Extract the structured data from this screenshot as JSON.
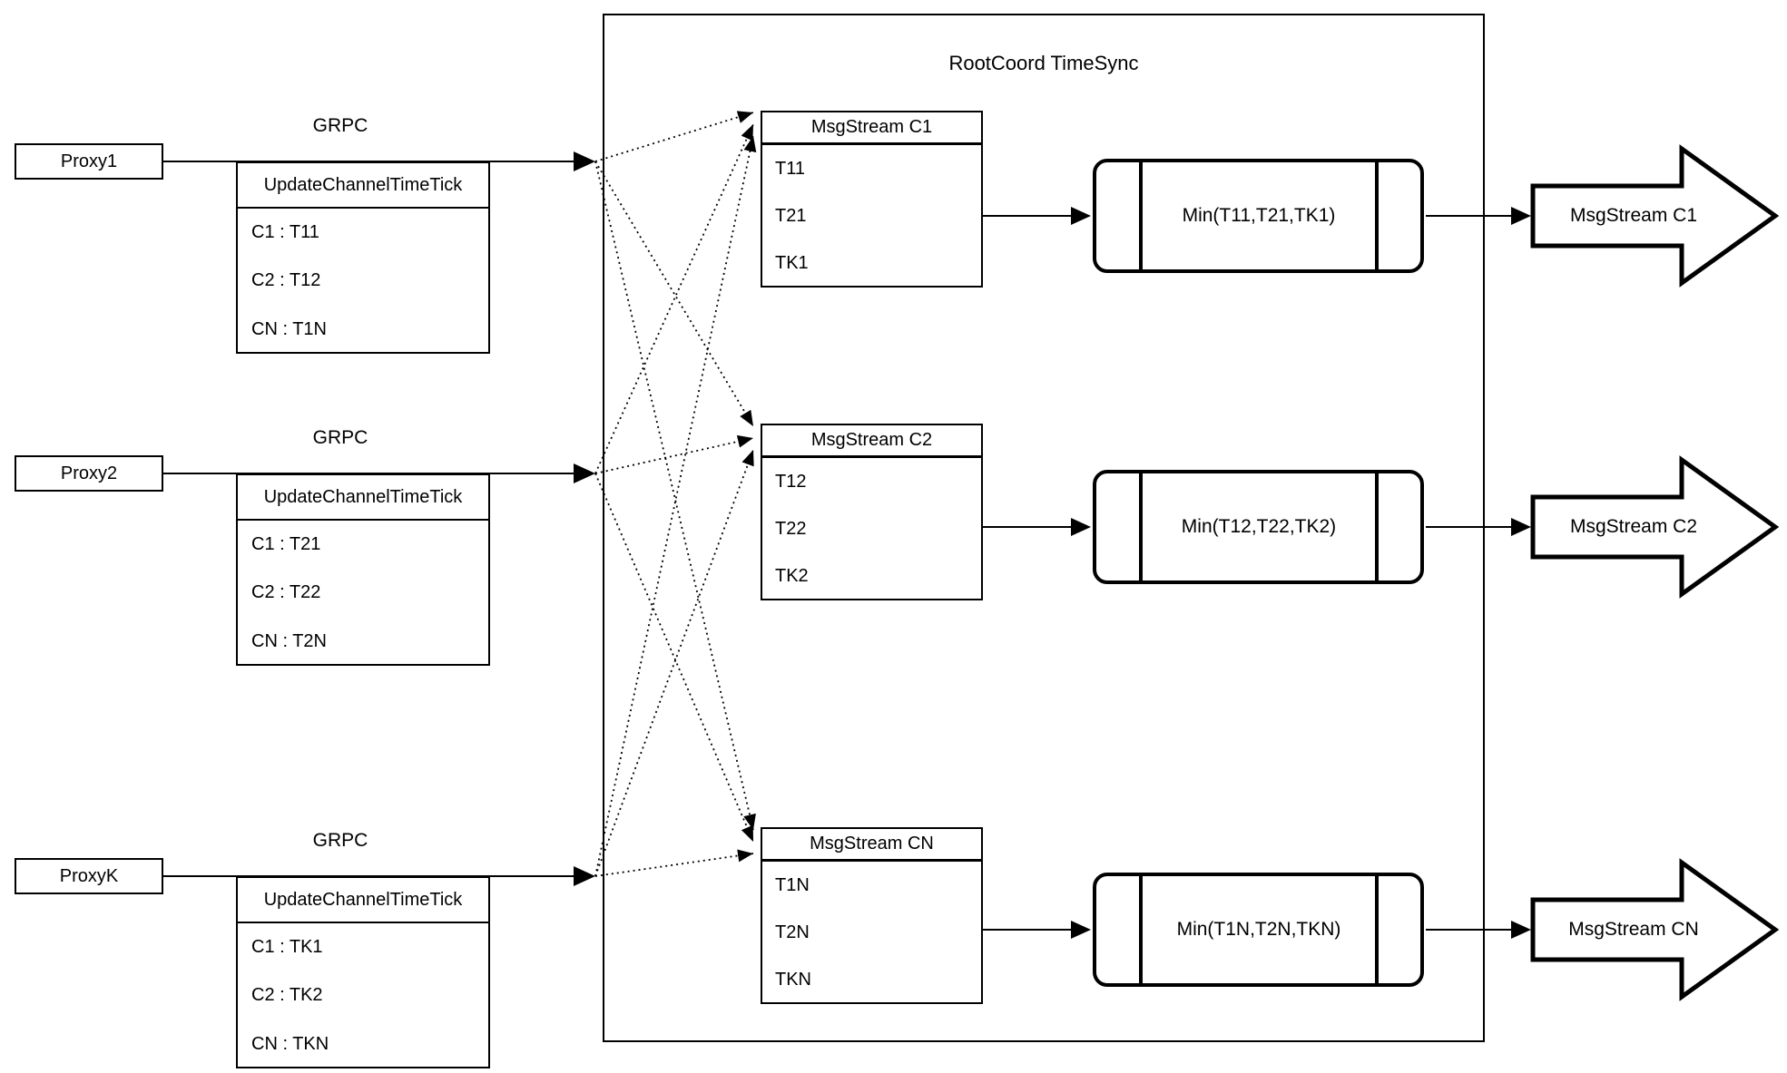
{
  "diagram": {
    "title": "RootCoord TimeSync",
    "grpc_label": "GRPC",
    "update_box_title": "UpdateChannelTimeTick",
    "proxies": [
      {
        "name": "Proxy1",
        "entries": [
          "C1 : T11",
          "C2 : T12",
          "CN : T1N"
        ]
      },
      {
        "name": "Proxy2",
        "entries": [
          "C1 : T21",
          "C2 : T22",
          "CN : T2N"
        ]
      },
      {
        "name": "ProxyK",
        "entries": [
          "C1 : TK1",
          "C2 : TK2",
          "CN : TKN"
        ]
      }
    ],
    "streams": [
      {
        "title": "MsgStream C1",
        "values": [
          "T11",
          "T21",
          "TK1"
        ],
        "min_label": "Min(T11,T21,TK1)",
        "out_label": "MsgStream C1"
      },
      {
        "title": "MsgStream C2",
        "values": [
          "T12",
          "T22",
          "TK2"
        ],
        "min_label": "Min(T12,T22,TK2)",
        "out_label": "MsgStream C2"
      },
      {
        "title": "MsgStream CN",
        "values": [
          "T1N",
          "T2N",
          "TKN"
        ],
        "min_label": "Min(T1N,T2N,TKN)",
        "out_label": "MsgStream CN"
      }
    ],
    "colors": {
      "stroke": "#000000",
      "background": "#ffffff"
    }
  }
}
